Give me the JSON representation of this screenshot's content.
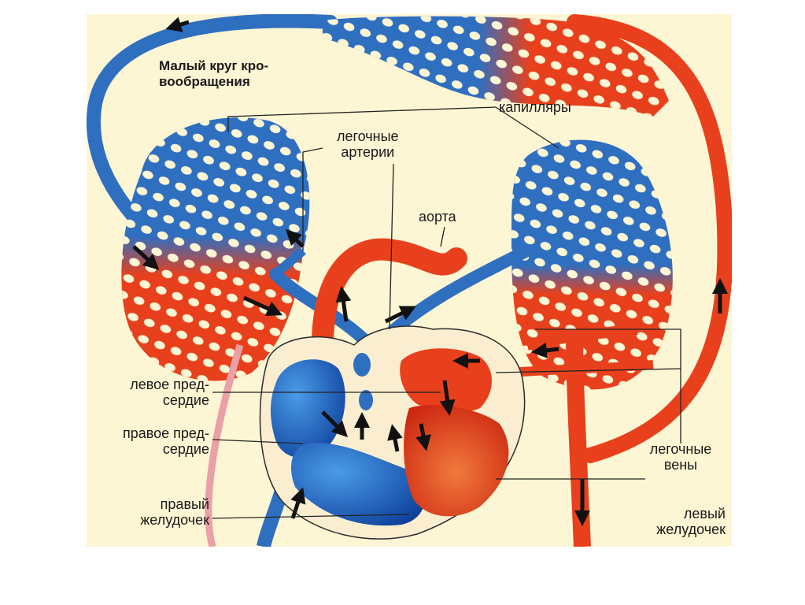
{
  "diagram": {
    "title": [
      "Малый круг кро-",
      "вообращения"
    ],
    "labels": {
      "capillaries": "капилляры",
      "pulmonary_arteries": [
        "легочные",
        "артерии"
      ],
      "aorta": "аорта",
      "left_atrium": [
        "левое пред-",
        "сердие"
      ],
      "right_atrium": [
        "правое пред-",
        "сердие"
      ],
      "right_ventricle": [
        "правый",
        "желудочек"
      ],
      "pulmonary_veins": [
        "легочные",
        "вены"
      ],
      "left_ventricle": [
        "левый",
        "желудочек"
      ]
    },
    "colors": {
      "background": "#fdf6d4",
      "venous_blue": "#2f6fc0",
      "arterial_red": "#e8401c",
      "heart_wall": "#fbeed0",
      "vena_pink": "#e9a0a6"
    }
  }
}
